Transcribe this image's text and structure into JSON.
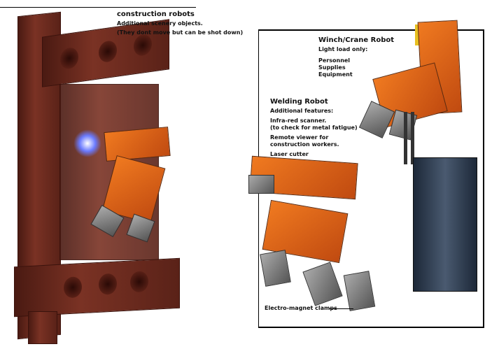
{
  "left": {
    "title": "construction robots",
    "lines": [
      "Additional scenery objects.",
      "(They dont move but can be shot down)"
    ]
  },
  "crane": {
    "title": "Winch/Crane Robot",
    "subtitle": "Light load only:",
    "items": [
      "Personnel",
      "Supplies",
      "Equipment"
    ]
  },
  "welding": {
    "title": "Welding Robot",
    "subtitle": "Additional features:",
    "features": [
      "Infra-red scanner.",
      "(to check for metal fatigue)",
      "Remote viewer for",
      "construction workers.",
      "Laser cutter"
    ]
  },
  "callout": "Electro-magnet clamps",
  "colors": {
    "girder": "#6b2a1e",
    "robot": "#e8701c",
    "column": "#3a4a5c"
  }
}
